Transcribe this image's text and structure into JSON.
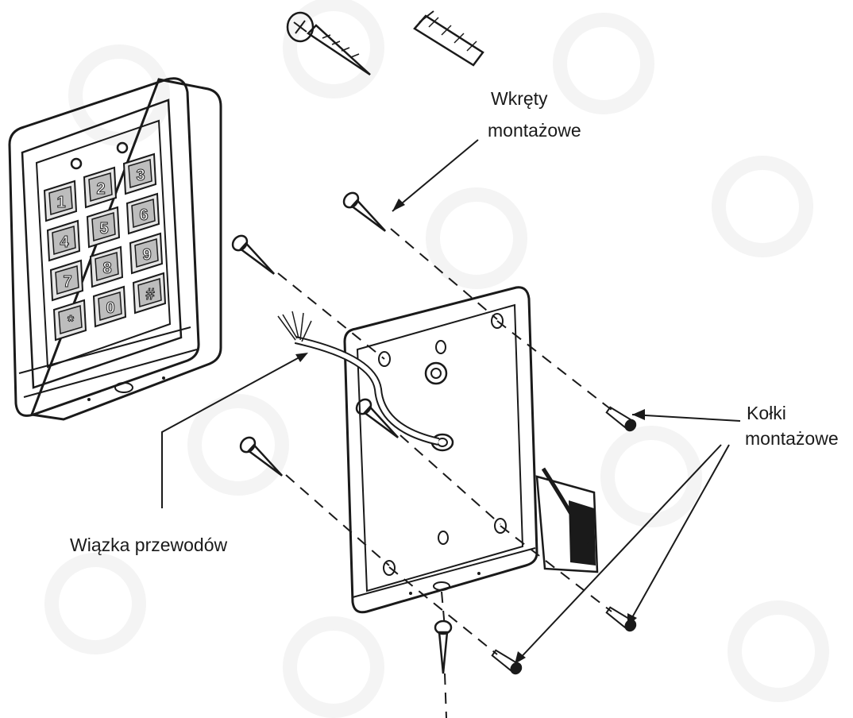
{
  "labels": {
    "screws_line1": "Wkręty",
    "screws_line2": "montażowe",
    "anchors_line1": "Kołki",
    "anchors_line2": "montażowe",
    "wire_harness": "Wiązka przewodów"
  },
  "keypad": {
    "keys": [
      "1",
      "2",
      "3",
      "4",
      "5",
      "6",
      "7",
      "8",
      "9",
      "*",
      "0",
      "#"
    ]
  },
  "colors": {
    "ink": "#1a1a1a",
    "panel_fill": "#e6e6e6",
    "key_fill": "#bdbdbd",
    "watermark": "#f4f4f4"
  }
}
